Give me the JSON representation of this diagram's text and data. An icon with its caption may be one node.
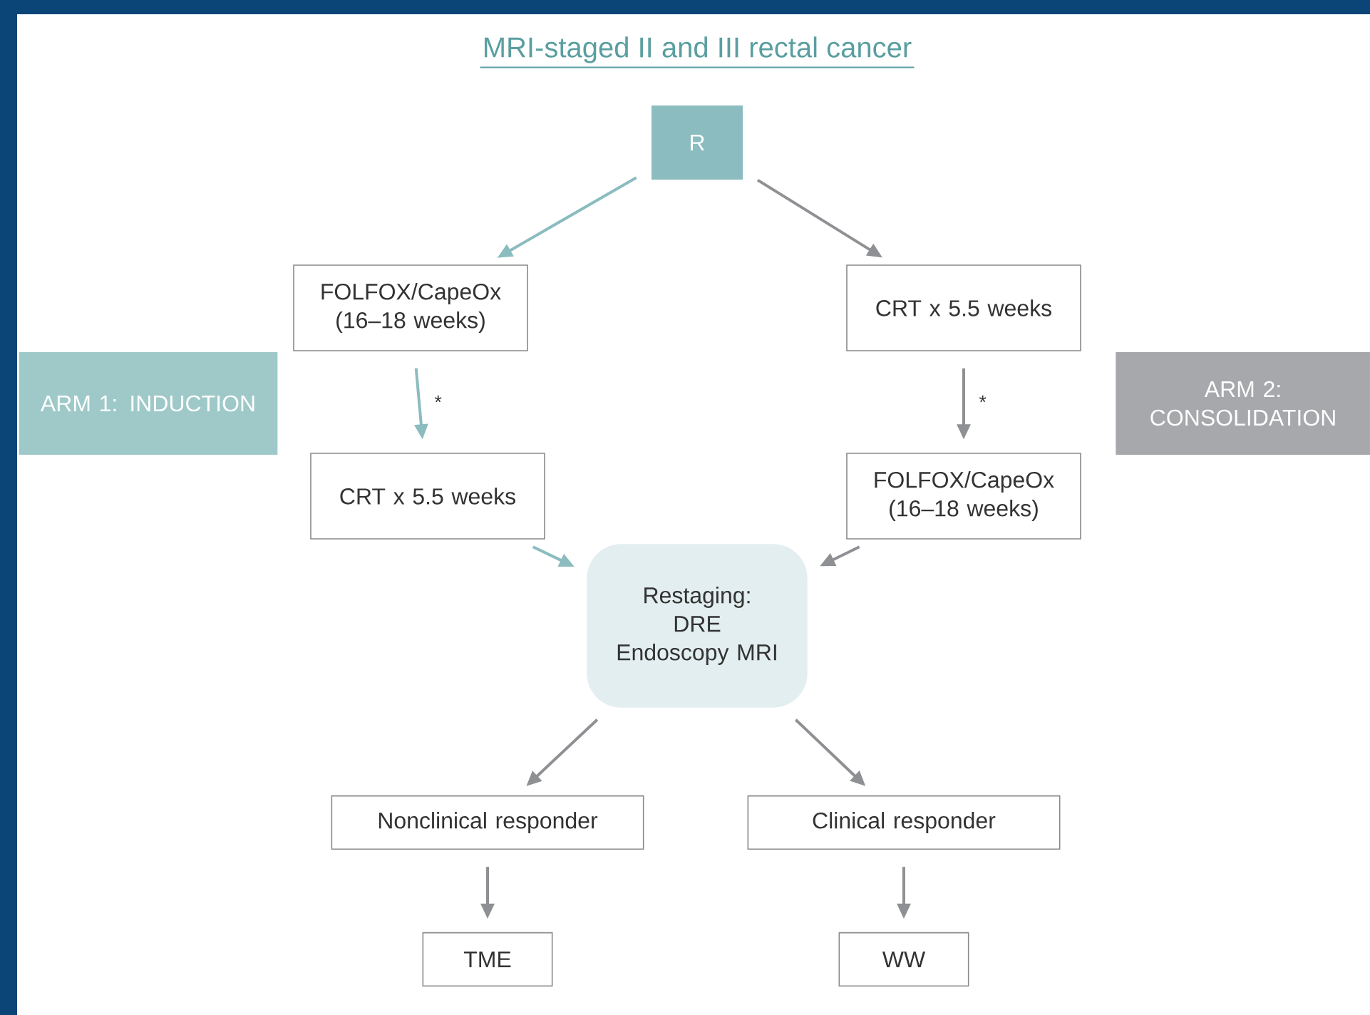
{
  "diagram": {
    "title": "MRI-staged II and III rectal cancer",
    "nodes": [
      {
        "text": [
          "R"
        ]
      },
      {
        "text": [
          "FOLFOX/CapeOx (16–18 weeks)"
        ]
      },
      {
        "text": [
          "CRT x 5.5 weeks"
        ]
      },
      {
        "text": [
          "ARM 1: INDUCTION"
        ]
      },
      {
        "text": [
          "ARM 2: CONSOLIDATION"
        ]
      },
      {
        "text": [
          "CRT x 5.5 weeks"
        ]
      },
      {
        "text": [
          "FOLFOX/CapeOx (16–18 weeks)"
        ]
      },
      {
        "text": [
          "Restaging:",
          "DRE Endoscopy MRI"
        ]
      },
      {
        "text": [
          "Nonclinical responder"
        ]
      },
      {
        "text": [
          "Clinical responder"
        ]
      },
      {
        "text": [
          "TME"
        ]
      },
      {
        "text": [
          "WW"
        ]
      }
    ],
    "edges": [
      {
        "from": 0,
        "to": 1,
        "arrow": "to",
        "color": "#8bbcbf"
      },
      {
        "from": 0,
        "to": 2,
        "arrow": "to"
      },
      {
        "from": 1,
        "to": 5,
        "arrow": "to",
        "label": "*",
        "color": "#8bbcbf"
      },
      {
        "from": 2,
        "to": 6,
        "arrow": "to",
        "label": "*"
      },
      {
        "from": 5,
        "to": 7,
        "arrow": "to",
        "color": "#8bbcbf"
      },
      {
        "from": 6,
        "to": 7,
        "arrow": "to"
      },
      {
        "from": 7,
        "to": 8,
        "arrow": "to"
      },
      {
        "from": 7,
        "to": 9,
        "arrow": "to"
      },
      {
        "from": 8,
        "to": 10,
        "arrow": "to"
      },
      {
        "from": 9,
        "to": 11,
        "arrow": "to"
      }
    ]
  }
}
